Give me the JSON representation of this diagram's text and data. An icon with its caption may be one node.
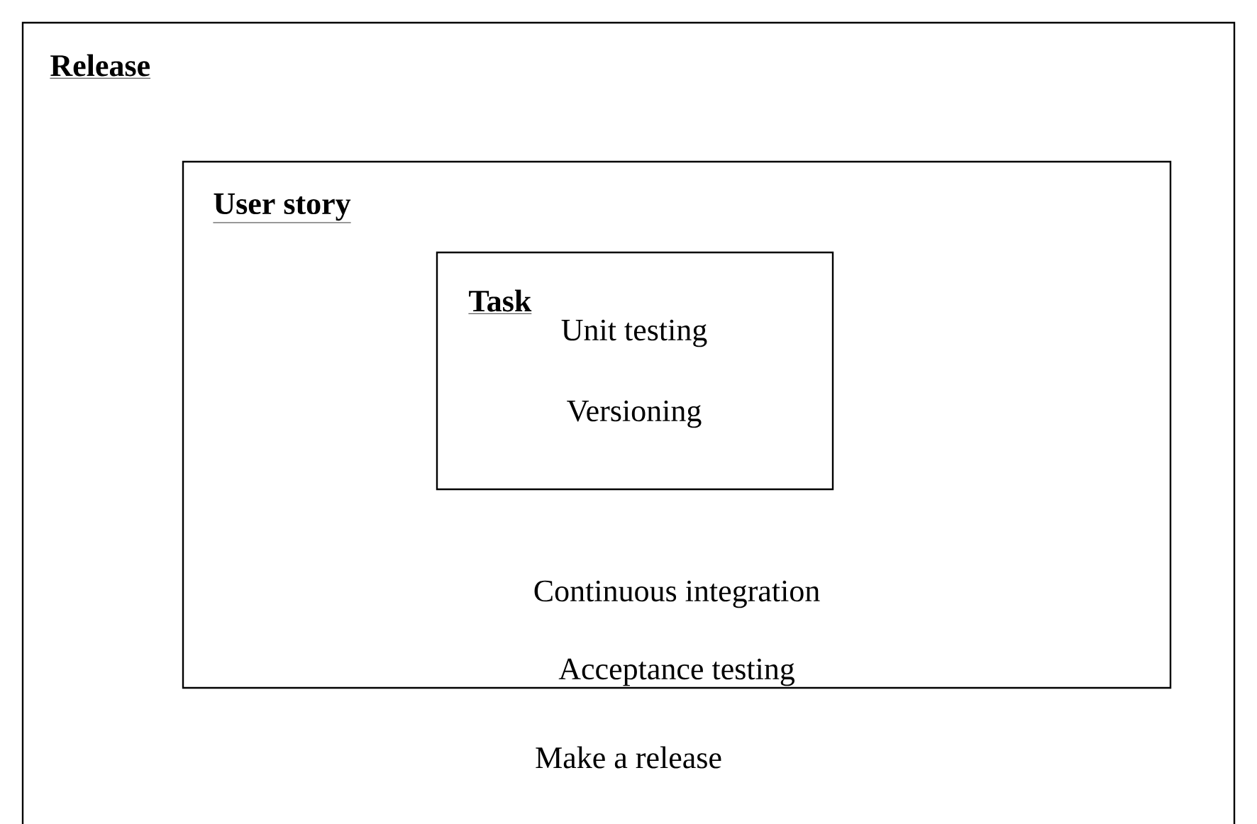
{
  "diagram": {
    "nodes": [
      {
        "text": [
          "Release",
          "Make a release"
        ]
      },
      {
        "text": [
          "User story",
          "Continuous integration",
          "Acceptance testing"
        ],
        "in": 0
      },
      {
        "text": [
          "Task",
          "Unit testing",
          "Versioning"
        ],
        "in": 1
      }
    ]
  }
}
